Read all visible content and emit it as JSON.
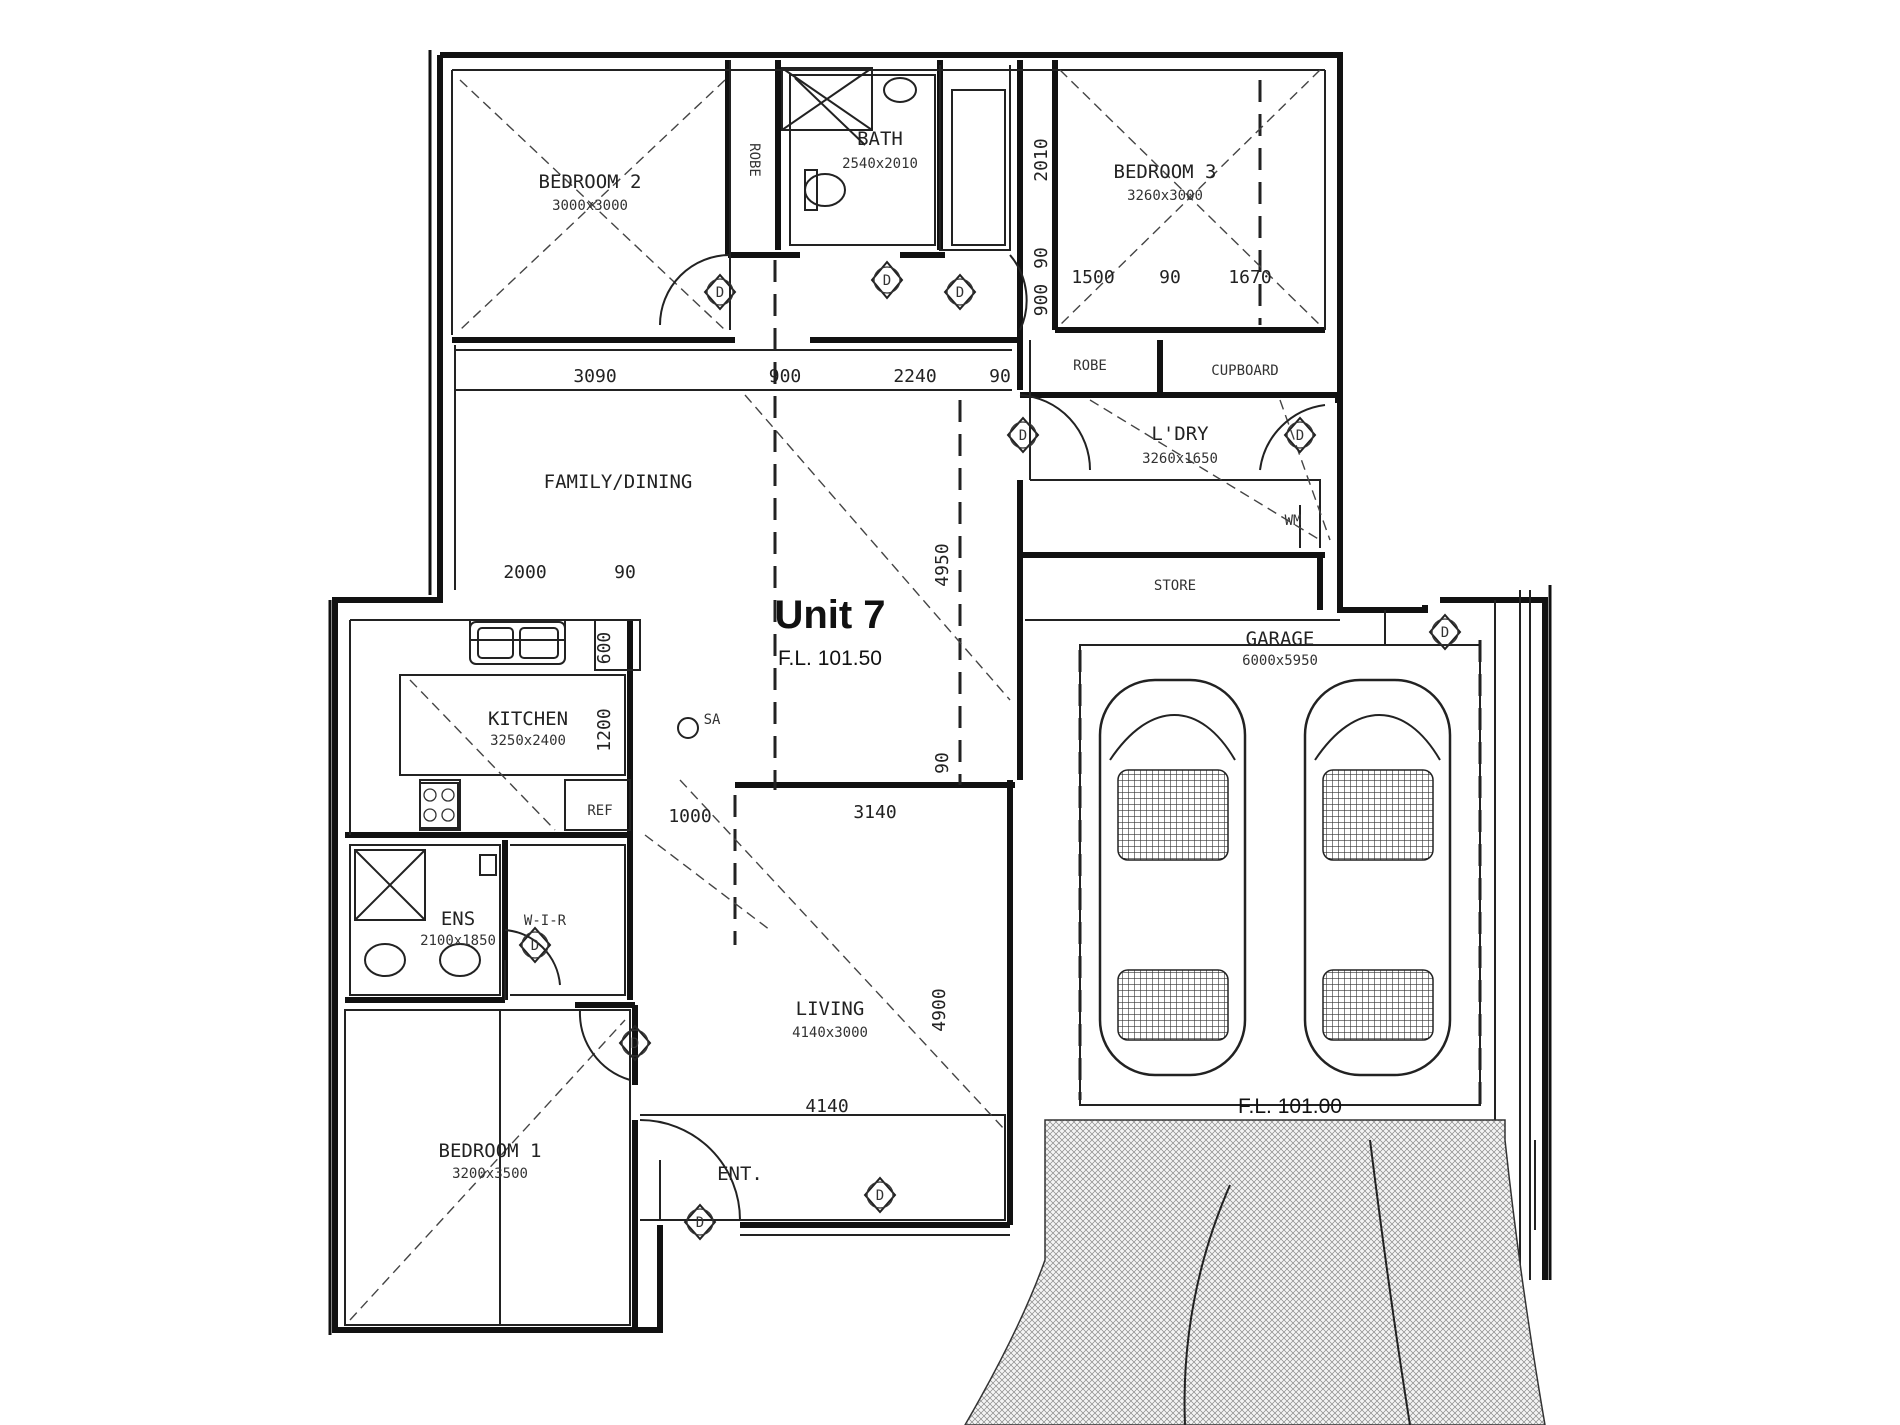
{
  "unit": {
    "title": "Unit 7",
    "floor_level": "F.L. 101.50"
  },
  "garage_floor_level": "F.L. 101.00",
  "rooms": {
    "bedroom2": {
      "name": "BEDROOM 2",
      "size": "3000x3000"
    },
    "bath": {
      "name": "BATH",
      "size": "2540x2010"
    },
    "bedroom3": {
      "name": "BEDROOM 3",
      "size": "3260x3000"
    },
    "robe_top": "ROBE",
    "robe_b3": "ROBE",
    "cupboard": "CUPBOARD",
    "laundry": {
      "name": "L'DRY",
      "size": "3260x1650"
    },
    "wm": "WM",
    "family_dining": "FAMILY/DINING",
    "store": "STORE",
    "garage": {
      "name": "GARAGE",
      "size": "6000x5950"
    },
    "kitchen": {
      "name": "KITCHEN",
      "size": "3250x2400"
    },
    "ref": "REF",
    "ens": {
      "name": "ENS",
      "size": "2100x1850"
    },
    "wir": "W-I-R",
    "living": {
      "name": "LIVING",
      "size": "4140x3000"
    },
    "bedroom1": {
      "name": "BEDROOM 1",
      "size": "3200x3500"
    },
    "ent": "ENT."
  },
  "dimensions": {
    "d2010": "2010",
    "d900": "900",
    "d90a": "90",
    "d1500": "1500",
    "d90b": "90",
    "d1670": "1670",
    "d3090": "3090",
    "d900b": "900",
    "d2240": "2240",
    "d90c": "90",
    "d4950": "4950",
    "d2000": "2000",
    "d90d": "90",
    "d600": "600",
    "d1200": "1200",
    "d90e": "90",
    "d1000": "1000",
    "d3140": "3140",
    "d4900": "4900",
    "d4140": "4140"
  },
  "symbols": {
    "sa": "SA",
    "door_tag": "D"
  }
}
